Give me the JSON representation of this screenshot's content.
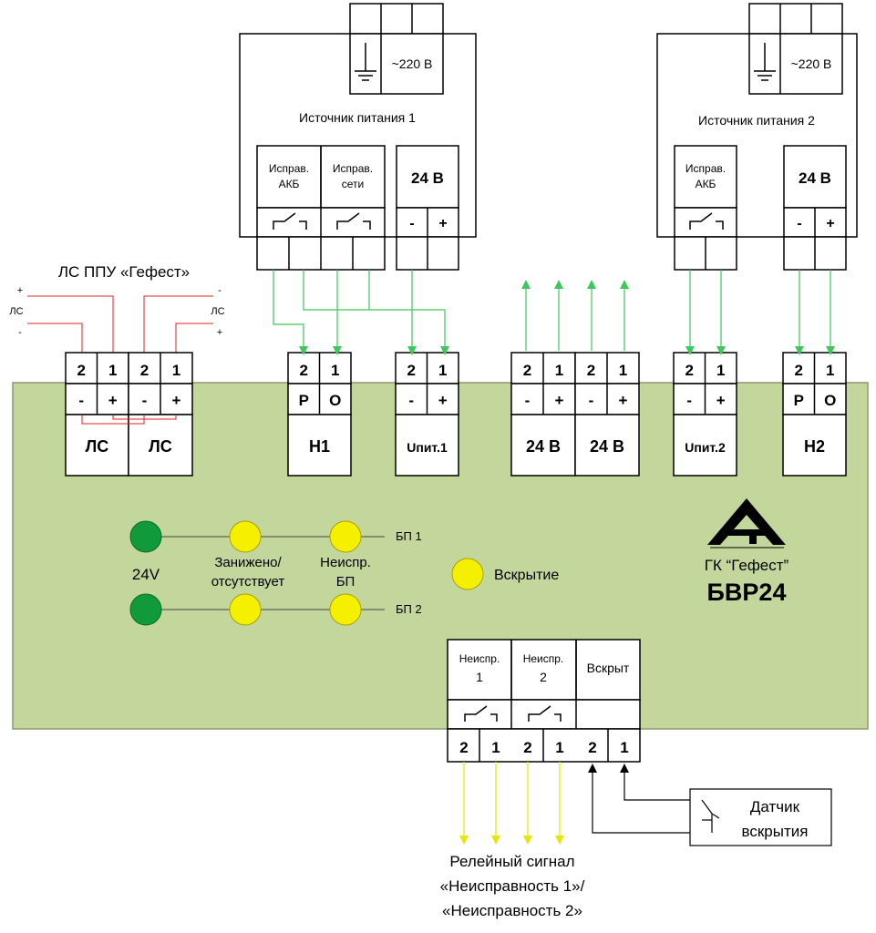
{
  "psu1": {
    "title": "Источник питания 1",
    "ac_label": "~220 В",
    "relay1_label_l1": "Исправ.",
    "relay1_label_l2": "АКБ",
    "relay2_label_l1": "Исправ.",
    "relay2_label_l2": "сети",
    "out_label": "24 В",
    "minus": "-",
    "plus": "+"
  },
  "psu2": {
    "title": "Источник питания 2",
    "ac_label": "~220 В",
    "relay1_label_l1": "Исправ.",
    "relay1_label_l2": "АКБ",
    "out_label": "24 В",
    "minus": "-",
    "plus": "+"
  },
  "ls": {
    "title": "ЛС ППУ «Гефест»",
    "left_plus": "+",
    "left_ls": "ЛС",
    "left_minus": "-",
    "right_minus": "-",
    "right_ls": "ЛС",
    "right_plus": "+"
  },
  "terminals": [
    {
      "name": "ls-1",
      "pins": [
        "2",
        "1"
      ],
      "signs": [
        "-",
        "+"
      ],
      "label": "ЛС"
    },
    {
      "name": "ls-2",
      "pins": [
        "2",
        "1"
      ],
      "signs": [
        "-",
        "+"
      ],
      "label": "ЛС"
    },
    {
      "name": "h1",
      "pins": [
        "2",
        "1"
      ],
      "signs": [
        "Р",
        "О"
      ],
      "label": "Н1"
    },
    {
      "name": "upit1",
      "pins": [
        "2",
        "1"
      ],
      "signs": [
        "-",
        "+"
      ],
      "label": "Uпит.1"
    },
    {
      "name": "out24-1",
      "pins": [
        "2",
        "1"
      ],
      "signs": [
        "-",
        "+"
      ],
      "label": "24 В"
    },
    {
      "name": "out24-2",
      "pins": [
        "2",
        "1"
      ],
      "signs": [
        "-",
        "+"
      ],
      "label": "24 В"
    },
    {
      "name": "upit2",
      "pins": [
        "2",
        "1"
      ],
      "signs": [
        "-",
        "+"
      ],
      "label": "Uпит.2"
    },
    {
      "name": "h2",
      "pins": [
        "2",
        "1"
      ],
      "signs": [
        "Р",
        "О"
      ],
      "label": "Н2"
    }
  ],
  "leds": {
    "v24": "24V",
    "low_l1": "Занижено/",
    "low_l2": "отсутствует",
    "fault_l1": "Неиспр.",
    "fault_l2": "БП",
    "bp1": "БП 1",
    "bp2": "БП 2",
    "tamper": "Вскрытие"
  },
  "logo": {
    "company": "ГК  “Гефест”",
    "model": "БВР24"
  },
  "outputs": {
    "fault1_l1": "Неиспр.",
    "fault1_l2": "1",
    "fault2_l1": "Неиспр.",
    "fault2_l2": "2",
    "tamper": "Вскрыт",
    "pins": [
      "2",
      "1",
      "2",
      "1",
      "2",
      "1"
    ]
  },
  "sensor": {
    "l1": "Датчик",
    "l2": "вскрытия"
  },
  "caption": {
    "l1": "Релейный сигнал",
    "l2": "«Неисправность 1»/",
    "l3": "«Неисправность 2»"
  },
  "colors": {
    "board": "#c3d69b",
    "wire_green": "#3cc85a",
    "wire_red": "#e02020",
    "wire_yellow": "#e6e600",
    "led_green": "#119a3b",
    "led_yellow": "#f4f000"
  }
}
